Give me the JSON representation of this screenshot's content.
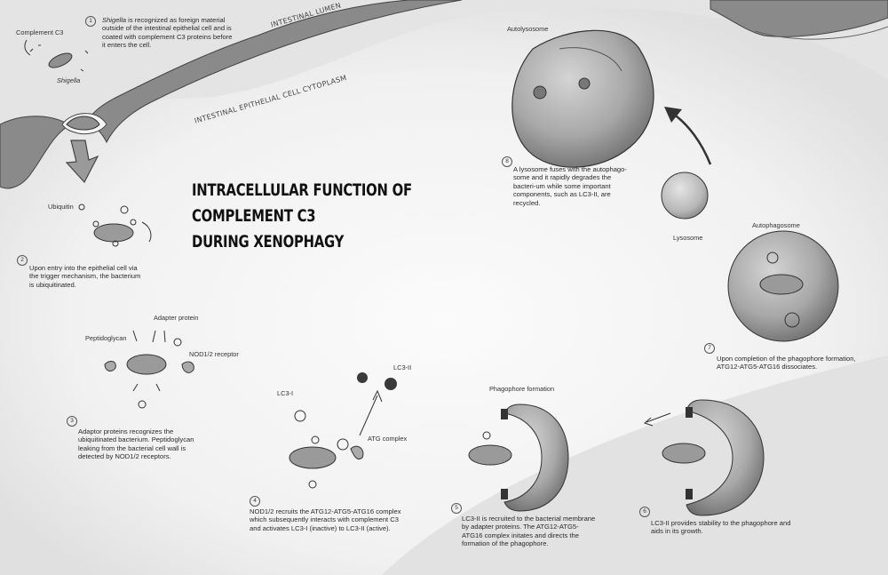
{
  "title": {
    "line1": "INTRACELLULAR FUNCTION OF",
    "line2": "COMPLEMENT C3",
    "line3": "DURING XENOPHAGY"
  },
  "regions": {
    "lumen": "INTESTINAL LUMEN",
    "cytoplasm": "INTESTINAL EPITHELIAL CELL CYTOPLASM"
  },
  "labels": {
    "complement_c3": "Complement C3",
    "shigella": "Shigella",
    "ubiquitin": "Ubiquitin",
    "adapter_protein": "Adapter protein",
    "peptidoglycan": "Peptidoglycan",
    "nod_receptor": "NOD1/2 receptor",
    "lc3_i": "LC3-I",
    "lc3_ii": "LC3-II",
    "atg_complex": "ATG complex",
    "phagophore_formation": "Phagophore formation",
    "autolysosome": "Autolysosome",
    "lysosome": "Lysosome",
    "autophagosome": "Autophagosome"
  },
  "steps": [
    {
      "number": "1",
      "italic": "Shigella",
      "text": " is recognized as foreign material outside of the intestinal epithelial cell and is coated with complement C3 proteins before it enters the cell."
    },
    {
      "number": "2",
      "text": "Upon entry into the epithelial cell via the trigger mechanism, the bacterium is ubiquitinated."
    },
    {
      "number": "3",
      "text": "Adaptor proteins recognizes the ubiquitinated bacterium. Peptidoglycan leaking from the bacterial cell wall is detected by NOD1/2 receptors."
    },
    {
      "number": "4",
      "text": "NOD1/2 recruits the ATG12-ATG5-ATG16 complex which subsequently interacts with complement C3 and activates LC3-I (inactive) to LC3-II (active)."
    },
    {
      "number": "5",
      "text": "LC3-II is recruited to the bacterial membrane by adapter proteins. The ATG12-ATG5-ATG16 complex initates and directs the formation of the phagophore."
    },
    {
      "number": "6",
      "text": "LC3-II  provides stability to the phagophore and aids in its growth."
    },
    {
      "number": "7",
      "text": "Upon completion of the phagophore formation, ATG12-ATG5-ATG16 dissociates."
    },
    {
      "number": "8",
      "text": "A lysosome fuses with the autophago-some and it rapidly degrades the bacteri-um while some important components, such as LC3-II, are recycled."
    }
  ]
}
